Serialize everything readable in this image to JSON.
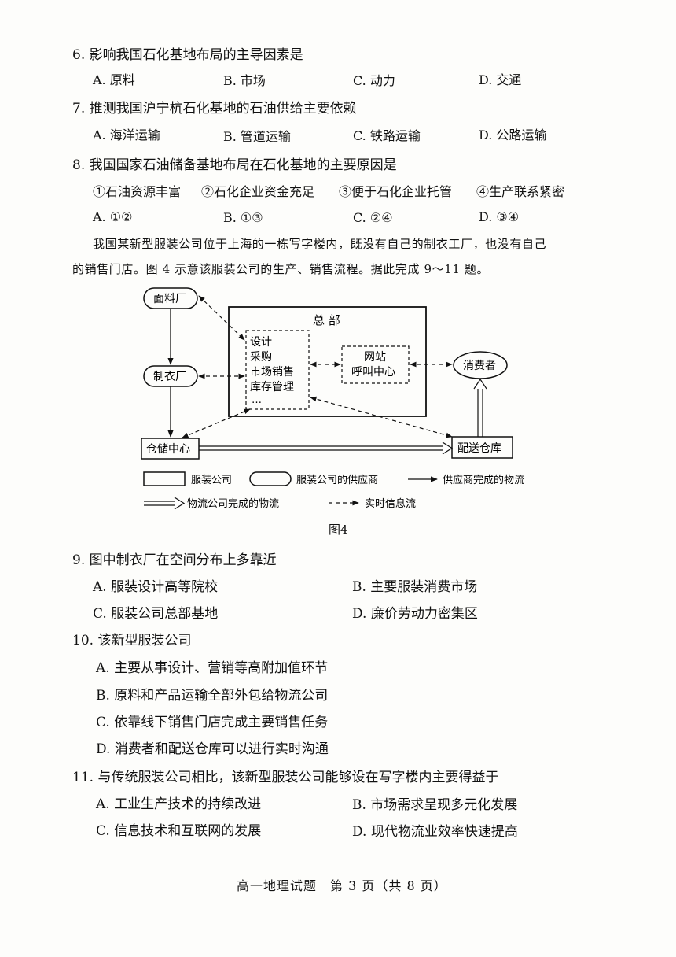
{
  "q6": {
    "stem": "6. 影响我国石化基地布局的主导因素是",
    "options": [
      "A. 原料",
      "B. 市场",
      "C. 动力",
      "D. 交通"
    ]
  },
  "q7": {
    "stem": "7. 推测我国沪宁杭石化基地的石油供给主要依赖",
    "options": [
      "A. 海洋运输",
      "B. 管道运输",
      "C. 铁路运输",
      "D. 公路运输"
    ]
  },
  "q8": {
    "stem": "8. 我国国家石油储备基地布局在石化基地的主要原因是",
    "statements": [
      "①石油资源丰富",
      "②石化企业资金充足",
      "③便于石化企业托管",
      "④生产联系紧密"
    ],
    "options": [
      "A. ①②",
      "B. ①③",
      "C. ②④",
      "D. ③④"
    ]
  },
  "passage": {
    "line1": "我国某新型服装公司位于上海的一栋写字楼内，既没有自己的制衣工厂，也没有自己",
    "line2": "的销售门店。图 4 示意该服装公司的生产、销售流程。据此完成 9～11 题。"
  },
  "figure": {
    "fabric_factory": "面料厂",
    "garment_factory": "制衣厂",
    "headquarters": "总 部",
    "hq_functions": [
      "设计",
      "采购",
      "市场销售",
      "库存管理",
      "…"
    ],
    "web_center": [
      "网站",
      "呼叫中心"
    ],
    "consumer": "消费者",
    "storage_center": "仓储中心",
    "delivery_warehouse": "配送仓库",
    "legend": {
      "company": "服装公司",
      "supplier": "服装公司的供应商",
      "supplier_logistics": "供应商完成的物流",
      "logistics_company": "物流公司完成的物流",
      "info_flow": "实时信息流"
    },
    "caption": "图4"
  },
  "q9": {
    "stem": "9. 图中制衣厂在空间分布上多靠近",
    "options": [
      "A. 服装设计高等院校",
      "B. 主要服装消费市场",
      "C. 服装公司总部基地",
      "D. 廉价劳动力密集区"
    ]
  },
  "q10": {
    "stem": "10. 该新型服装公司",
    "options": [
      "A. 主要从事设计、营销等高附加值环节",
      "B. 原料和产品运输全部外包给物流公司",
      "C. 依靠线下销售门店完成主要销售任务",
      "D. 消费者和配送仓库可以进行实时沟通"
    ]
  },
  "q11": {
    "stem": "11. 与传统服装公司相比，该新型服装公司能够设在写字楼内主要得益于",
    "options": [
      "A. 工业生产技术的持续改进",
      "B. 市场需求呈现多元化发展",
      "C. 信息技术和互联网的发展",
      "D. 现代物流业效率快速提高"
    ]
  },
  "footer": "高一地理试题　第 3 页（共 8 页）"
}
